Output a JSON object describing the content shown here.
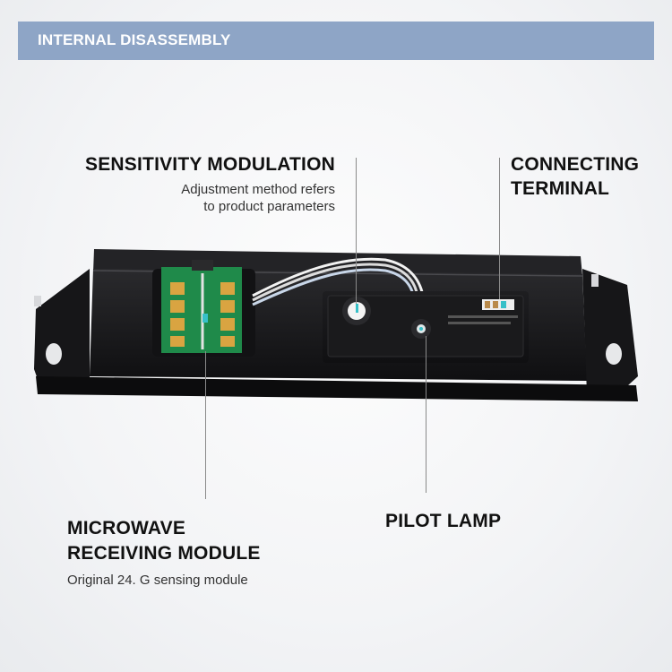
{
  "banner": {
    "title": "INTERNAL DISASSEMBLY"
  },
  "callouts": {
    "sensitivity": {
      "title": "SENSITIVITY MODULATION",
      "desc_line1": "Adjustment method refers",
      "desc_line2": "to product parameters"
    },
    "terminal": {
      "title_line1": "CONNECTING",
      "title_line2": "TERMINAL"
    },
    "microwave": {
      "title_line1": "MICROWAVE",
      "title_line2": "RECEIVING MODULE",
      "desc": "Original 24. G sensing module"
    },
    "pilot": {
      "title": "PILOT LAMP"
    }
  },
  "colors": {
    "banner": "#8ea5c6",
    "housing": "#1b1b1d",
    "pcb": "#1f8a4a",
    "pad": "#d9a441",
    "led": "#37c0c8"
  },
  "icons": {
    "product": "sensor-housing-photo"
  }
}
